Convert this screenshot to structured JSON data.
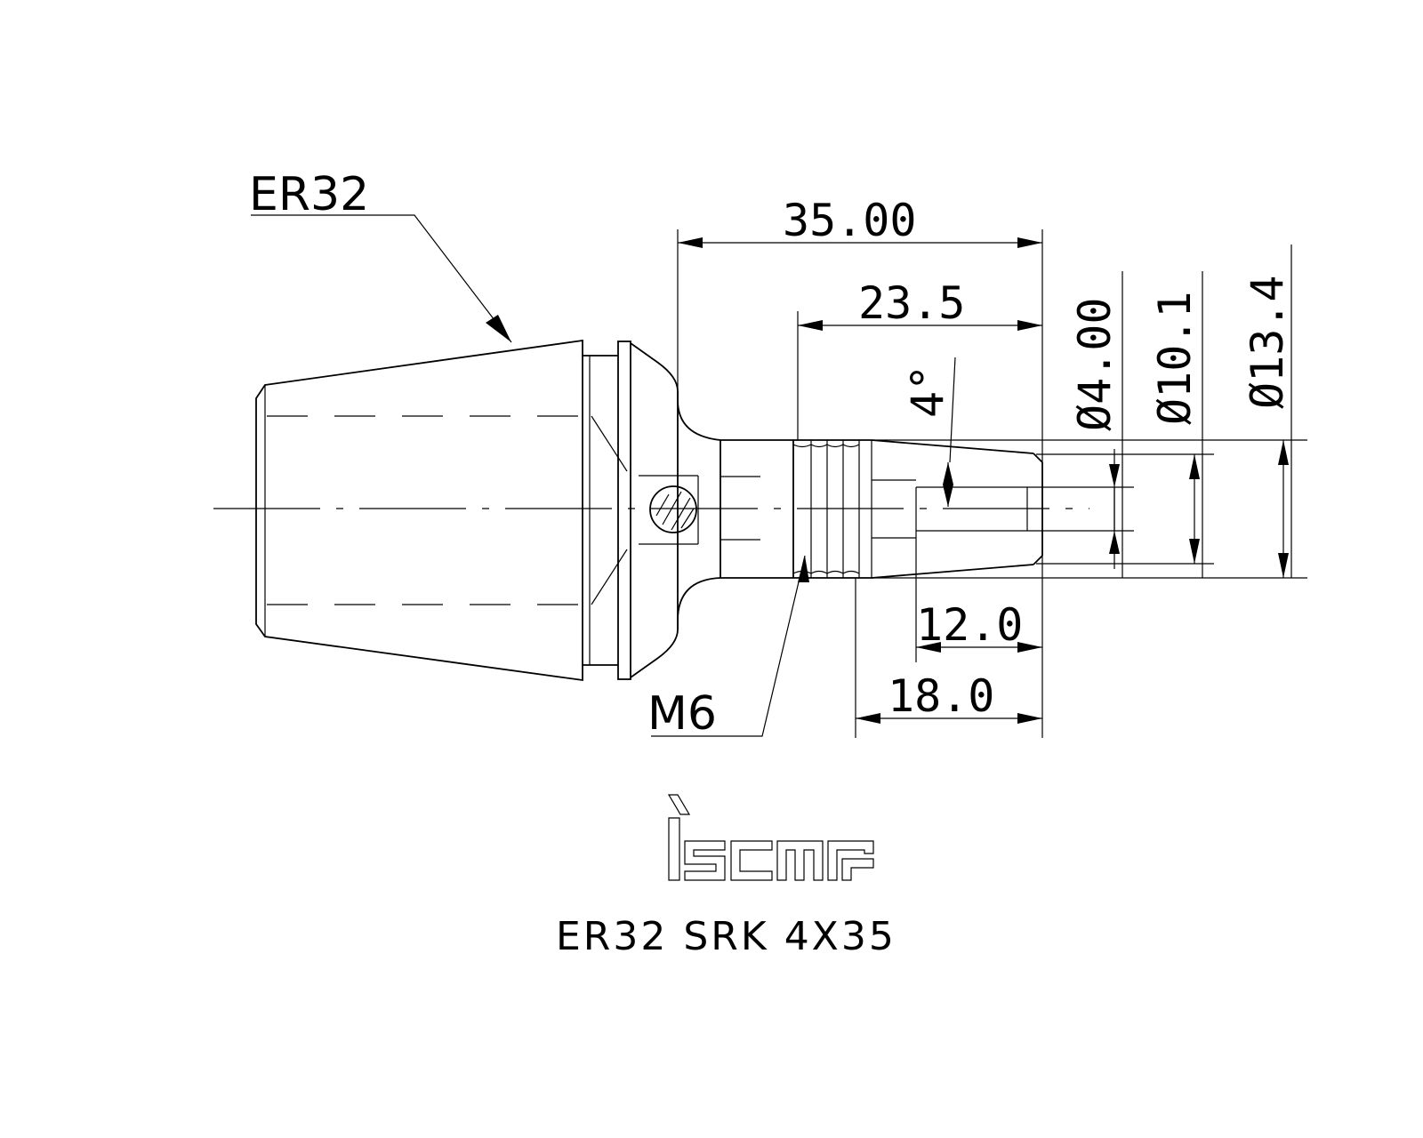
{
  "drawing": {
    "callouts": {
      "collet": "ER32",
      "thread": "M6"
    },
    "dimensions": {
      "overall_length": "35.00",
      "shank_length": "23.5",
      "cone_angle": "4°",
      "bore_depth": "12.0",
      "taper_length": "18.0",
      "bore_diameter": "Ø4.00",
      "tip_diameter": "Ø10.1",
      "max_diameter": "Ø13.4"
    },
    "title_block": {
      "brand": "iscar",
      "model": "ER32 SRK 4X35"
    }
  }
}
